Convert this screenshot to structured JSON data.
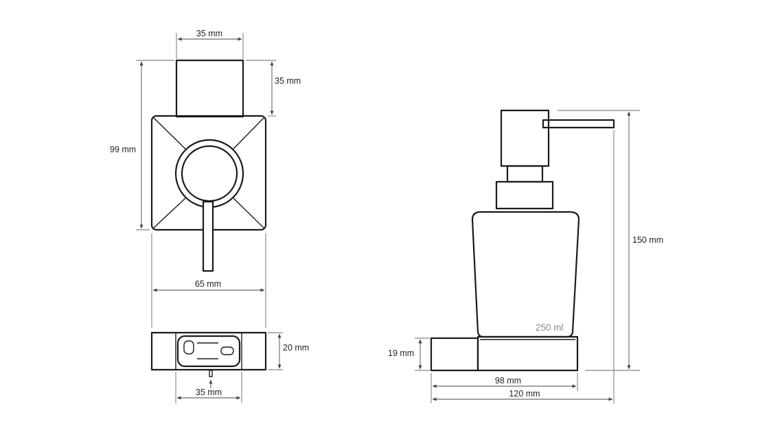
{
  "front_view": {
    "top_width": "35 mm",
    "top_height": "35 mm",
    "total_height": "99 mm",
    "plate_width": "65 mm"
  },
  "bottom_view": {
    "height": "20 mm",
    "width": "35 mm"
  },
  "side_view": {
    "capacity": "250 ml",
    "base_height": "19 mm",
    "total_height": "150 mm",
    "depth_inner": "98 mm",
    "depth_total": "120 mm"
  }
}
